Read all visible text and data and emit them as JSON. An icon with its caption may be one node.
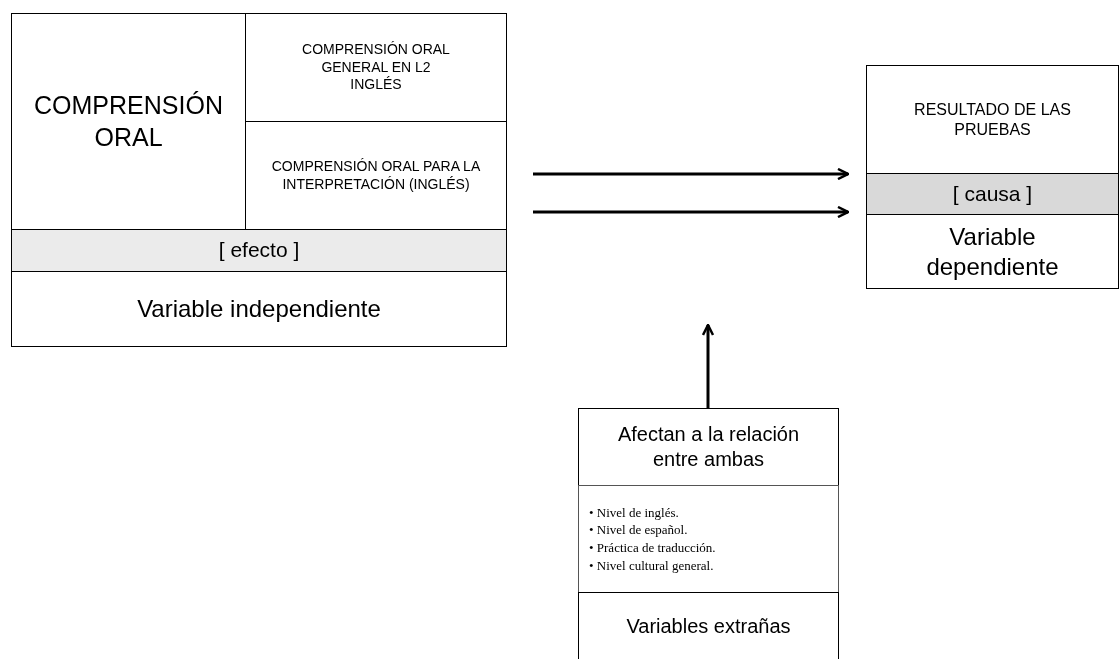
{
  "diagram": {
    "nodes": [
      {
        "text": [],
        "shape": "box"
      },
      {
        "text": [
          "COMPRENSIÓN ORAL"
        ],
        "in": 0
      },
      {
        "text": [
          "COMPRENSIÓN ORAL GENERAL EN L2 INGLÉS"
        ],
        "in": 0
      },
      {
        "text": [
          "COMPRENSIÓN ORAL PARA LA INTERPRETACIÓN (INGLÉS)"
        ],
        "in": 0
      },
      {
        "text": [
          "[ efecto ]"
        ],
        "in": 0
      },
      {
        "text": [
          "Variable independiente"
        ],
        "in": 0
      },
      {
        "text": [],
        "shape": "box"
      },
      {
        "text": [
          "RESULTADO DE LAS PRUEBAS"
        ],
        "in": 6
      },
      {
        "text": [
          "[ causa ]"
        ],
        "in": 6
      },
      {
        "text": [
          "Variable dependiente"
        ],
        "in": 6
      },
      {
        "text": [],
        "shape": "box"
      },
      {
        "text": [
          "Afectan a la relación entre ambas"
        ],
        "in": 10
      },
      {
        "text": [
          "• Nivel de inglés.",
          "• Nivel de español.",
          "• Práctica de traducción.",
          "• Nivel cultural general."
        ],
        "in": 10
      },
      {
        "text": [
          "Variables extrañas"
        ],
        "in": 10
      }
    ],
    "edges": [
      {
        "from": 0,
        "to": 6,
        "arrow": "to"
      },
      {
        "from": 0,
        "to": 6,
        "arrow": "to"
      },
      {
        "from": 10,
        "to": null,
        "arrow": "to"
      }
    ]
  }
}
